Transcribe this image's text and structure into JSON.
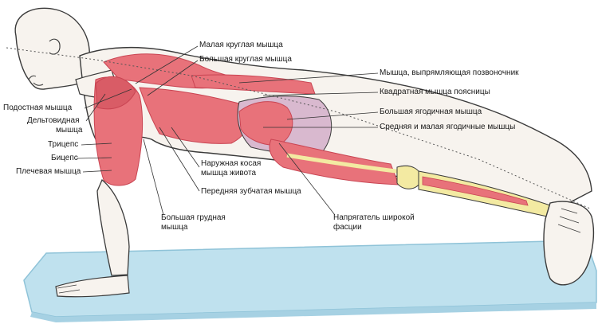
{
  "colors": {
    "mat": "#bfe1ee",
    "mat_edge": "#8fc3d8",
    "skin": "#f7f3ee",
    "outline": "#3a3a3a",
    "muscle": "#e8727a",
    "muscle_dark": "#c94452",
    "tendon": "#f3eaa2",
    "pelvis": "#d9b9cf",
    "leader": "#333333",
    "dotted_axis": "#555555"
  },
  "labels": {
    "teres_minor": "Малая круглая мышца",
    "teres_major": "Большая круглая мышца",
    "infraspinatus": "Подостная мышца",
    "deltoid_1": "Дельтовидная",
    "deltoid_2": "мышца",
    "triceps": "Трицепс",
    "biceps": "Бицепс",
    "brachialis": "Плечевая мышца",
    "erector": "Мышца, выпрямляющая позвоночник",
    "quadratus": "Квадратная мышца поясницы",
    "glute_max": "Большая ягодичная мышца",
    "glute_med_min": "Средняя и малая ягодичные мышцы",
    "ext_oblique_1": "Наружная косая",
    "ext_oblique_2": "мышца живота",
    "serratus": "Передняя зубчатая мышца",
    "pec_major_1": "Большая грудная",
    "pec_major_2": "мышца",
    "tfl_1": "Напрягатель широкой",
    "tfl_2": "фасции"
  }
}
